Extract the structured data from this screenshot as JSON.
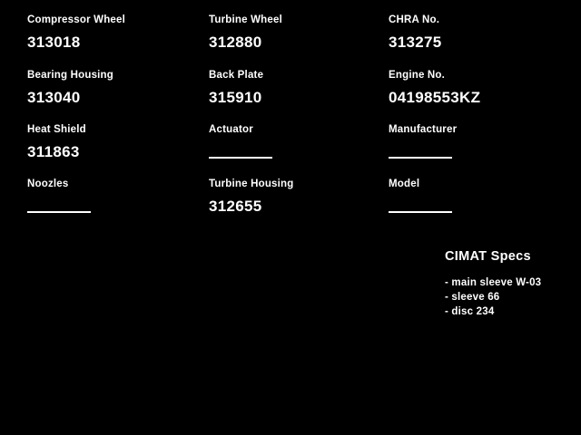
{
  "fields": [
    {
      "label": "Compressor Wheel",
      "value": "313018"
    },
    {
      "label": "Turbine Wheel",
      "value": "312880"
    },
    {
      "label": "CHRA No.",
      "value": "313275"
    },
    {
      "label": "Bearing Housing",
      "value": "313040"
    },
    {
      "label": "Back Plate",
      "value": "315910"
    },
    {
      "label": "Engine No.",
      "value": "04198553KZ"
    },
    {
      "label": "Heat Shield",
      "value": "311863"
    },
    {
      "label": "Actuator",
      "value": ""
    },
    {
      "label": "Manufacturer",
      "value": ""
    },
    {
      "label": "Noozles",
      "value": ""
    },
    {
      "label": "Turbine Housing",
      "value": "312655"
    },
    {
      "label": "Model",
      "value": ""
    }
  ],
  "specs": {
    "title": "CIMAT Specs",
    "items": [
      "- main sleeve W-03",
      "- sleeve 66",
      "- disc 234"
    ]
  }
}
